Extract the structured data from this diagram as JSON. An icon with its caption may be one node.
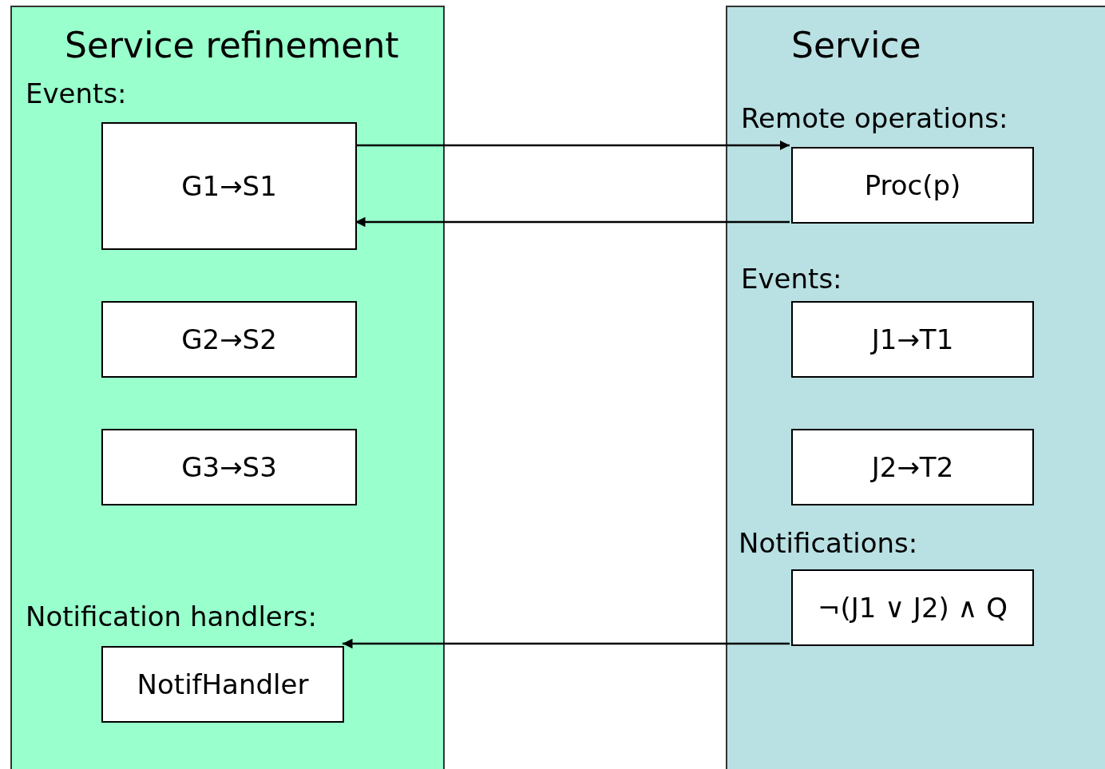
{
  "diagram": {
    "nodes": [
      {
        "text": [
          "Service refinement"
        ]
      },
      {
        "text": [
          "G1→S1"
        ],
        "in": 0
      },
      {
        "text": [
          "G2→S2"
        ],
        "in": 0
      },
      {
        "text": [
          "G3→S3"
        ],
        "in": 0
      },
      {
        "text": [
          "NotifHandler"
        ],
        "in": 0
      },
      {
        "text": [
          "Service"
        ]
      },
      {
        "text": [
          "Proc(p)"
        ],
        "in": 5
      },
      {
        "text": [
          "J1→T1"
        ],
        "in": 5
      },
      {
        "text": [
          "J2→T2"
        ],
        "in": 5
      },
      {
        "text": [
          "¬(J1 ∨ J2) ∧ Q"
        ],
        "in": 5
      }
    ],
    "edges": [
      {
        "from": 1,
        "to": 6,
        "arrow": "to"
      },
      {
        "from": 6,
        "to": 1,
        "arrow": "to"
      },
      {
        "from": 9,
        "to": 4,
        "arrow": "to"
      }
    ],
    "labels": [
      "Events:",
      "Notification handlers:",
      "Remote operations:",
      "Events:",
      "Notifications:"
    ]
  }
}
